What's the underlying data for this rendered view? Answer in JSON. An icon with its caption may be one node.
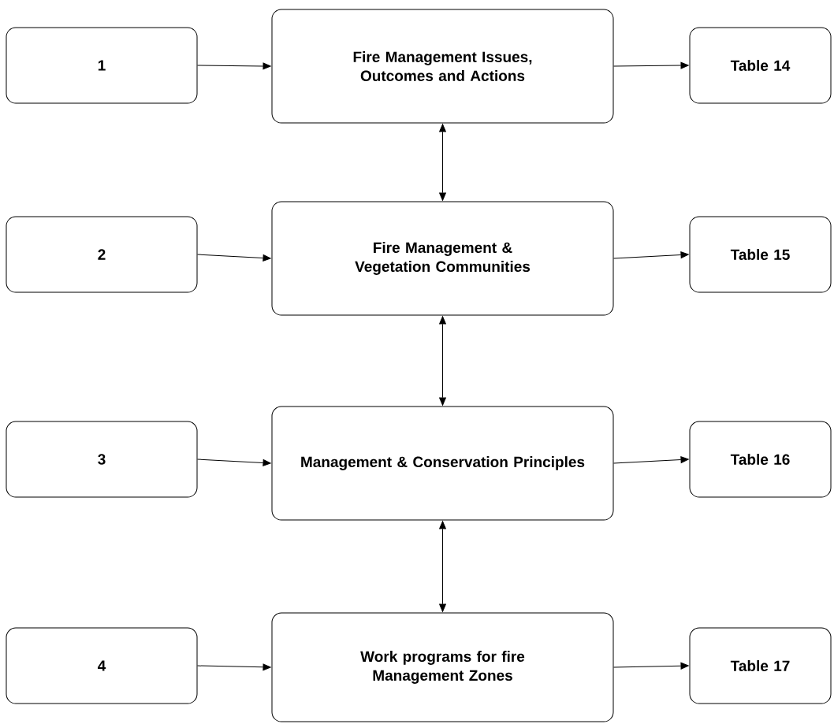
{
  "diagram": {
    "nodes": [
      {
        "text": [
          "1"
        ]
      },
      {
        "text": [
          "Fire Management Issues, Outcomes and Actions"
        ]
      },
      {
        "text": [
          "Table 14"
        ]
      },
      {
        "text": [
          "2"
        ]
      },
      {
        "text": [
          "Fire Management & Vegetation Communities"
        ]
      },
      {
        "text": [
          "Table 15"
        ]
      },
      {
        "text": [
          "3"
        ]
      },
      {
        "text": [
          "Management & Conservation Principles"
        ]
      },
      {
        "text": [
          "Table 16"
        ]
      },
      {
        "text": [
          "4"
        ]
      },
      {
        "text": [
          "Work programs for fire Management Zones"
        ]
      },
      {
        "text": [
          "Table 17"
        ]
      }
    ],
    "edges": [
      {
        "from": 0,
        "to": 1,
        "arrow": "to"
      },
      {
        "from": 1,
        "to": 2,
        "arrow": "to"
      },
      {
        "from": 1,
        "to": 4,
        "arrow": "both"
      },
      {
        "from": 3,
        "to": 4,
        "arrow": "to"
      },
      {
        "from": 4,
        "to": 5,
        "arrow": "to"
      },
      {
        "from": 4,
        "to": 7,
        "arrow": "both"
      },
      {
        "from": 6,
        "to": 7,
        "arrow": "to"
      },
      {
        "from": 7,
        "to": 8,
        "arrow": "to"
      },
      {
        "from": 7,
        "to": 10,
        "arrow": "both"
      },
      {
        "from": 9,
        "to": 10,
        "arrow": "to"
      },
      {
        "from": 10,
        "to": 11,
        "arrow": "to"
      }
    ]
  }
}
